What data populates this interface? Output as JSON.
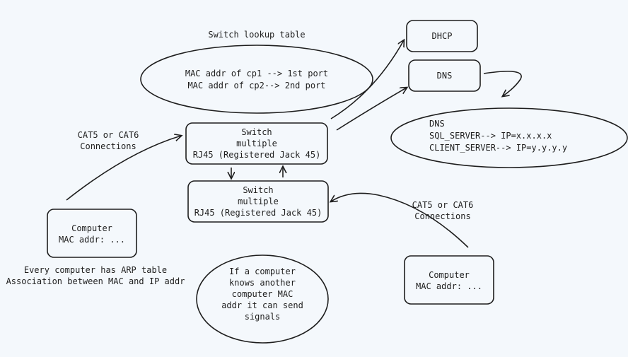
{
  "title": "Switch lookup table",
  "lookup": {
    "line1": "MAC addr of cp1 --> 1st port",
    "line2": "MAC addr of cp2--> 2nd port"
  },
  "dhcp": "DHCP",
  "dns_box": "DNS",
  "dns_table": {
    "title": "DNS",
    "line1": "SQL_SERVER--> IP=x.x.x.x",
    "line2": "CLIENT_SERVER--> IP=y.y.y.y"
  },
  "switch_top": {
    "line1": "Switch",
    "line2": "multiple",
    "line3": "RJ45 (Registered Jack 45)"
  },
  "switch_bottom": {
    "line1": "Switch",
    "line2": "multiple",
    "line3": "RJ45 (Registered Jack 45)"
  },
  "cable_left": {
    "line1": "CAT5 or CAT6",
    "line2": "Connections"
  },
  "cable_right": {
    "line1": "CAT5 or CAT6",
    "line2": "Connections"
  },
  "computer_left": {
    "line1": "Computer",
    "line2": "MAC addr: ..."
  },
  "computer_right": {
    "line1": "Computer",
    "line2": "MAC addr: ..."
  },
  "arp_note": {
    "line1": "Every computer has ARP table",
    "line2": "Association between MAC and IP addr"
  },
  "signal_note": {
    "line1": "If a computer",
    "line2": "knows another",
    "line3": "computer MAC",
    "line4": "addr it can send",
    "line5": "signals"
  }
}
